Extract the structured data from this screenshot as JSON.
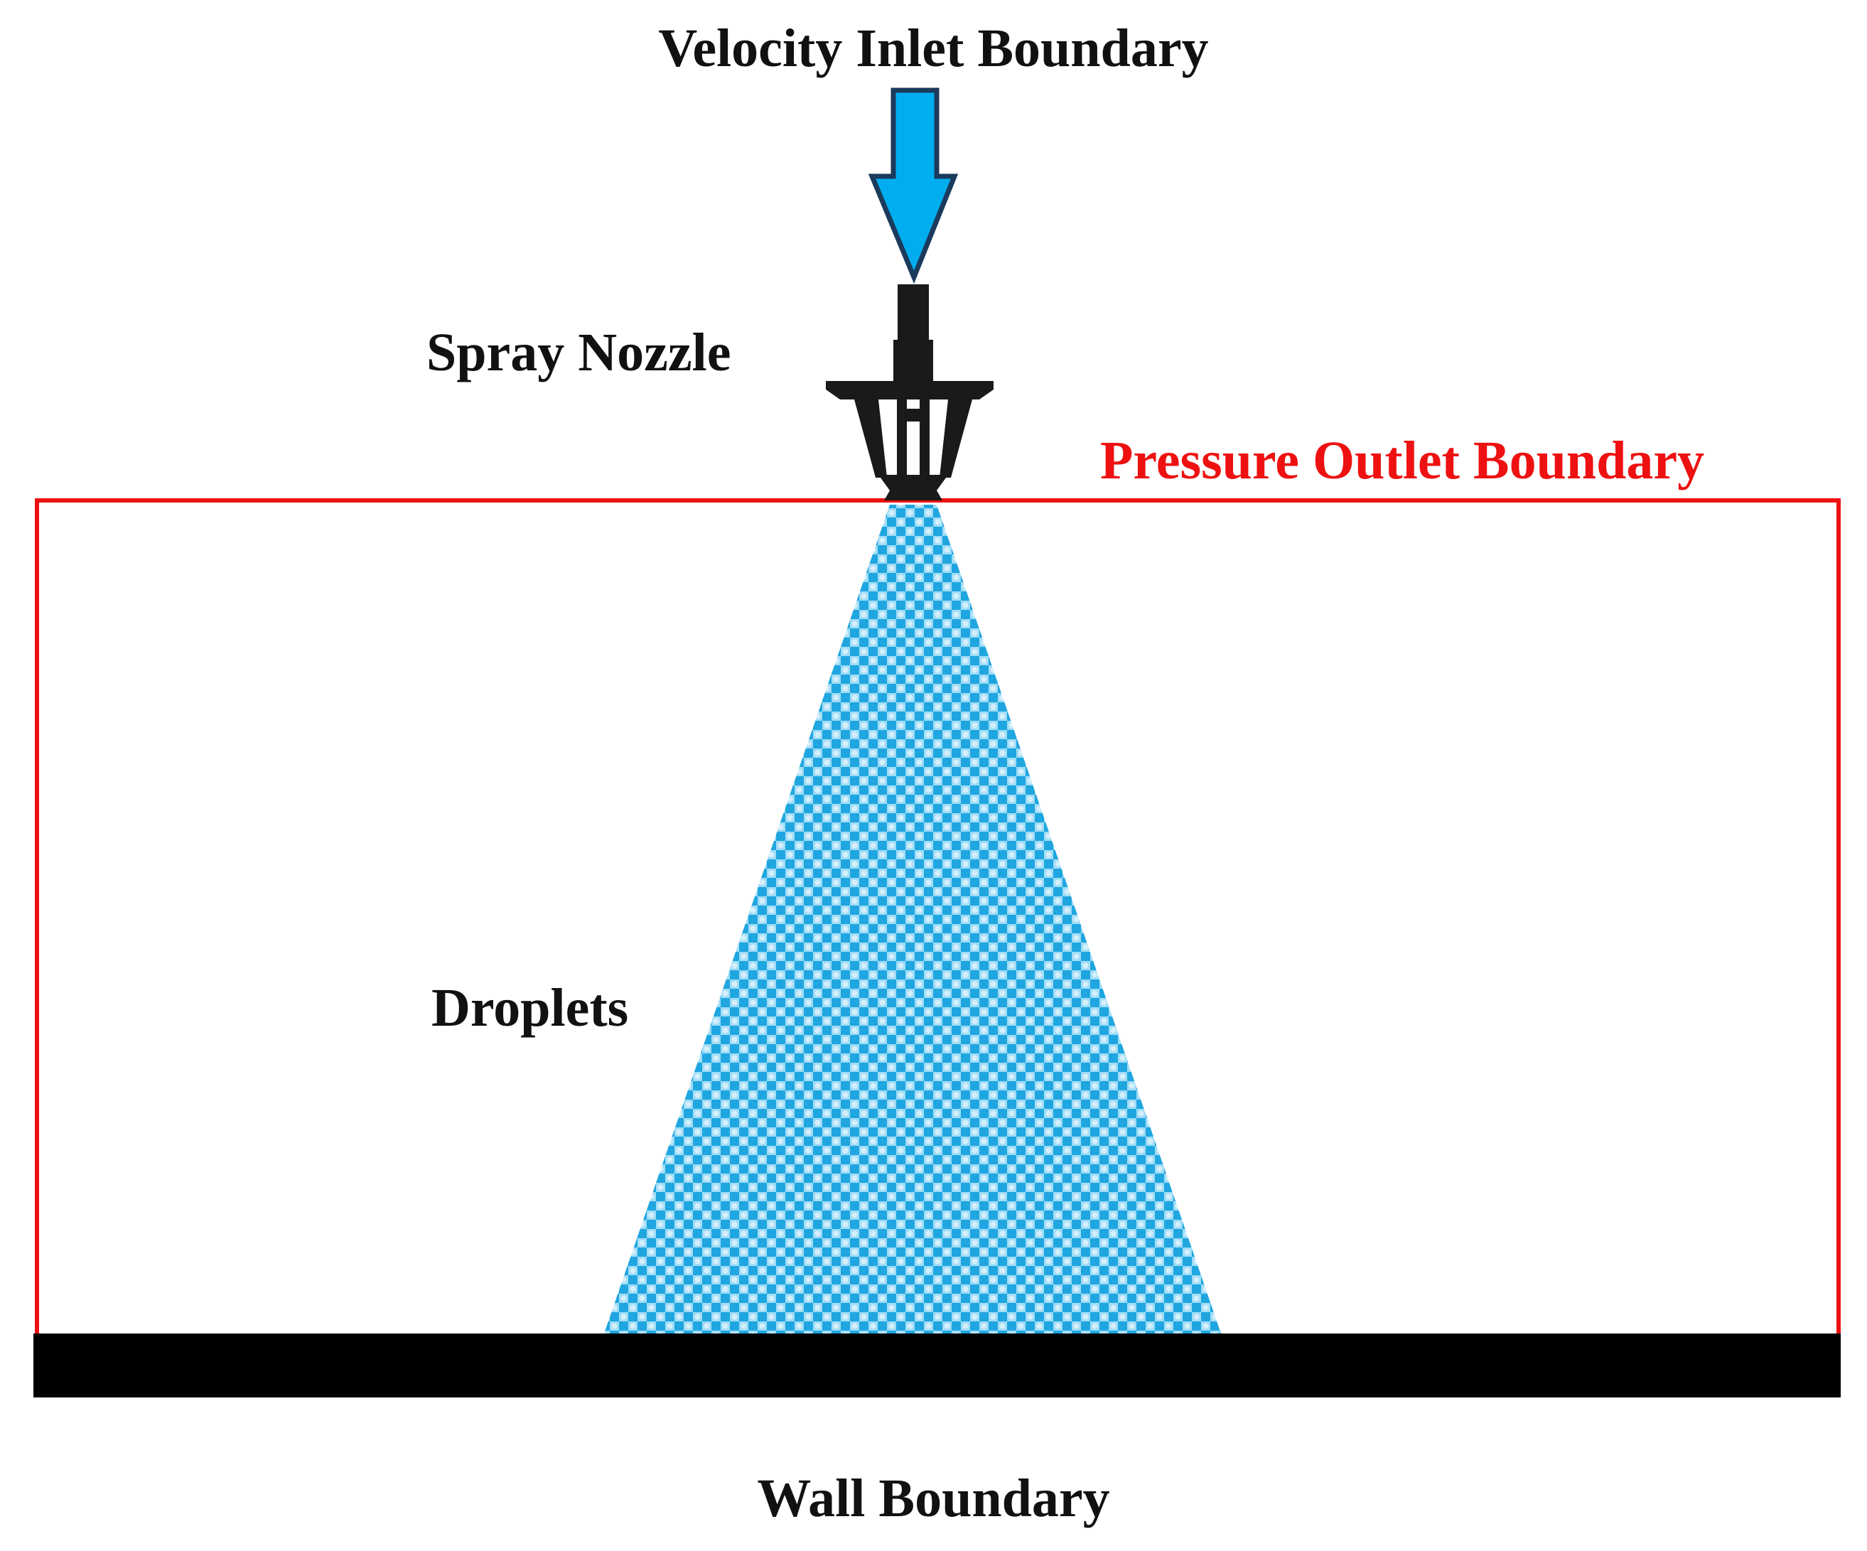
{
  "labels": {
    "velocity_inlet": "Velocity Inlet Boundary",
    "spray_nozzle": "Spray Nozzle",
    "pressure_outlet": "Pressure Outlet Boundary",
    "droplets": "Droplets",
    "wall": "Wall Boundary"
  },
  "colors": {
    "outlet_boundary": "#ee1111",
    "inlet_arrow_fill": "#00aeef",
    "inlet_arrow_stroke": "#1b3a5c",
    "nozzle": "#1a1a1a",
    "droplet_dark": "#1fa6e0",
    "droplet_light": "#9fdcf7",
    "wall": "#000000",
    "text": "#111111"
  },
  "icons": {
    "inlet_arrow": "down-arrow-icon",
    "nozzle": "spray-nozzle-icon"
  }
}
